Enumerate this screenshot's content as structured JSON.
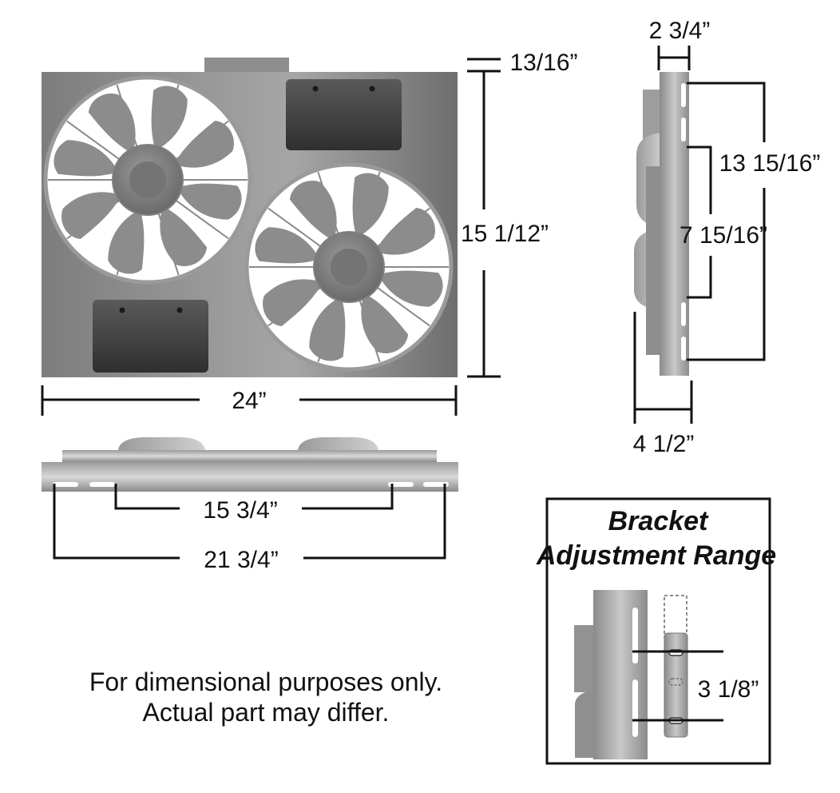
{
  "front_view": {
    "width_label": "24”",
    "height_label": "15 1/12”",
    "tab_label": "13/16”"
  },
  "side_view": {
    "top_width_label": "2 3/4”",
    "outer_span_label": "13 15/16”",
    "inner_span_label": "7 15/16”",
    "depth_label": "4 1/2”"
  },
  "bottom_view": {
    "inner_span_label": "15 3/4”",
    "outer_span_label": "21 3/4”"
  },
  "bracket_box": {
    "title_line1": "Bracket",
    "title_line2": "Adjustment Range",
    "range_label": "3 1/8”"
  },
  "disclaimer": {
    "line1": "For dimensional purposes only.",
    "line2": "Actual part may differ."
  }
}
